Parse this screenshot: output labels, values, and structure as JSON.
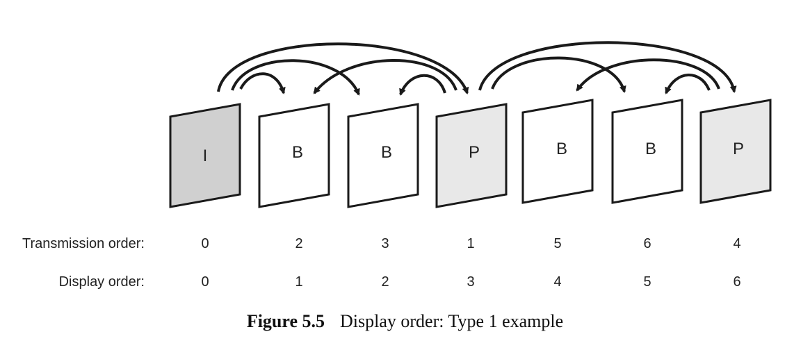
{
  "frames": [
    {
      "type": "I",
      "fill": "#d0d0d0"
    },
    {
      "type": "B",
      "fill": "#ffffff"
    },
    {
      "type": "B",
      "fill": "#ffffff"
    },
    {
      "type": "P",
      "fill": "#e8e8e8"
    },
    {
      "type": "B",
      "fill": "#ffffff"
    },
    {
      "type": "B",
      "fill": "#ffffff"
    },
    {
      "type": "P",
      "fill": "#e8e8e8"
    }
  ],
  "rows": {
    "transmission": {
      "label": "Transmission order:",
      "values": [
        "0",
        "2",
        "3",
        "1",
        "5",
        "6",
        "4"
      ]
    },
    "display": {
      "label": "Display order:",
      "values": [
        "0",
        "1",
        "2",
        "3",
        "4",
        "5",
        "6"
      ]
    }
  },
  "caption": {
    "number": "Figure 5.5",
    "text": "Display order: Type 1 example"
  },
  "colors": {
    "stroke": "#1a1a1a",
    "text": "#222222"
  }
}
